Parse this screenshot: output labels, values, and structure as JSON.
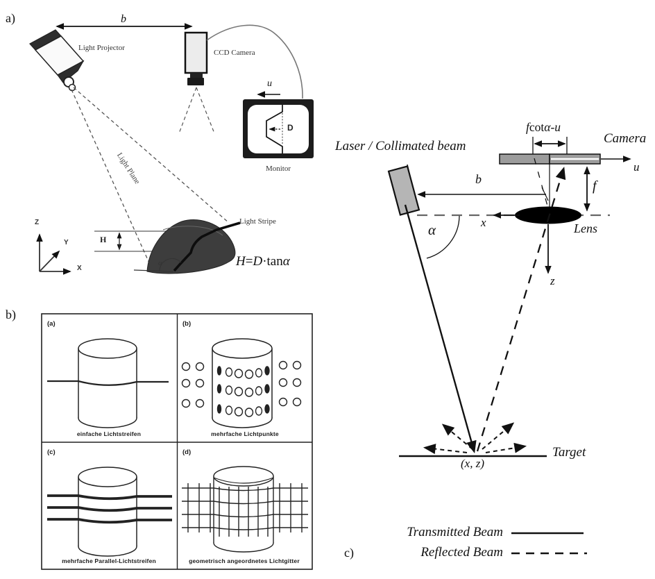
{
  "colors": {
    "ink": "#111111",
    "laser_fill": "#b5b5b5",
    "sensor_fill": "#9c9c9c",
    "lens_fill": "#000000",
    "mound_fill": "#3d3d3d",
    "monitor_frame": "#1c1c1c"
  },
  "panel_a": {
    "tag": "a)",
    "baseline_label": "b",
    "projector_label": "Light Projector",
    "camera_label": "CCD Camera",
    "u_label": "u",
    "monitor_label": "Monitor",
    "displacement_label": "D",
    "light_plane_label": "Light Plane",
    "light_stripe_label": "Light Stripe",
    "height_label": "H",
    "alpha_label": "α",
    "axis_z": "Z",
    "axis_y": "Y",
    "axis_x": "X",
    "formula": {
      "h": "H",
      "eq": "=",
      "d": "D",
      "op": "·tan",
      "alpha": "α"
    }
  },
  "panel_b": {
    "tag": "b)",
    "cells": [
      {
        "tag": "(a)",
        "caption": "einfache Lichtstreifen"
      },
      {
        "tag": "(b)",
        "caption": "mehrfache Lichtpunkte"
      },
      {
        "tag": "(c)",
        "caption": "mehrfache Parallel-Lichtstreifen"
      },
      {
        "tag": "(d)",
        "caption": "geometrisch angeordnetes Lichtgitter"
      }
    ]
  },
  "panel_c": {
    "tag": "c)",
    "laser_label": "Laser / Collimated beam",
    "camera_label": "Camera",
    "sensor_offset": {
      "f": "f",
      "cot": "cot",
      "alpha": "α",
      "minus": "-",
      "u": "u"
    },
    "baseline_label": "b",
    "u_label": "u",
    "f_label": "f",
    "x_label": "x",
    "z_label": "z",
    "alpha_label": "α",
    "lens_label": "Lens",
    "target_label": "Target",
    "point_label": "(x, z)",
    "legend": {
      "transmitted": "Transmitted Beam",
      "reflected": "Reflected Beam"
    }
  }
}
